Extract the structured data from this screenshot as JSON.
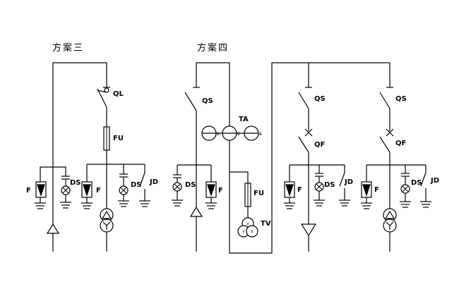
{
  "titles": {
    "scheme3": "方案三",
    "scheme4": "方案四"
  },
  "labels": {
    "ql": "QL",
    "fu": "FU",
    "f": "F",
    "ds": "DS",
    "jd": "JD",
    "qs": "QS",
    "qf": "QF",
    "ta": "TA",
    "tv": "TV"
  }
}
